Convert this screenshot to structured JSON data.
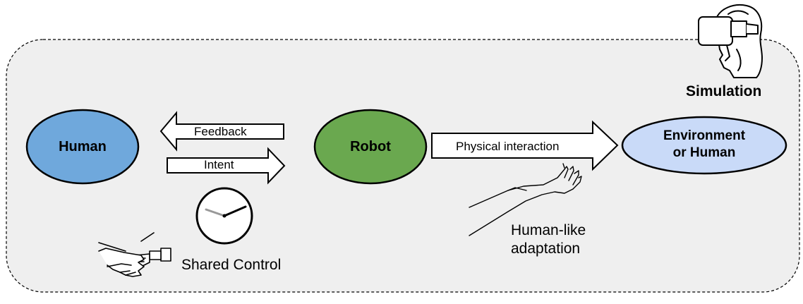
{
  "nodes": {
    "human": {
      "label": "Human",
      "fill": "#6fa8dc"
    },
    "robot": {
      "label": "Robot",
      "fill": "#6aa84f"
    },
    "environment": {
      "line1": "Environment",
      "line2": "or Human",
      "fill": "#c9daf8"
    }
  },
  "arrows": {
    "feedback": "Feedback",
    "intent": "Intent",
    "physical": "Physical interaction"
  },
  "labels": {
    "simulation": "Simulation",
    "shared_control": "Shared Control",
    "adaptation_line1": "Human-like",
    "adaptation_line2": "adaptation"
  },
  "icons": {
    "vr_headset": "vr-headset-icon",
    "clock": "clock-icon",
    "handshake": "robot-handshake-icon",
    "hand": "open-hand-icon"
  },
  "colors": {
    "background_panel": "#efefef",
    "outline": "#000000",
    "clock_second_hand": "#999999"
  }
}
